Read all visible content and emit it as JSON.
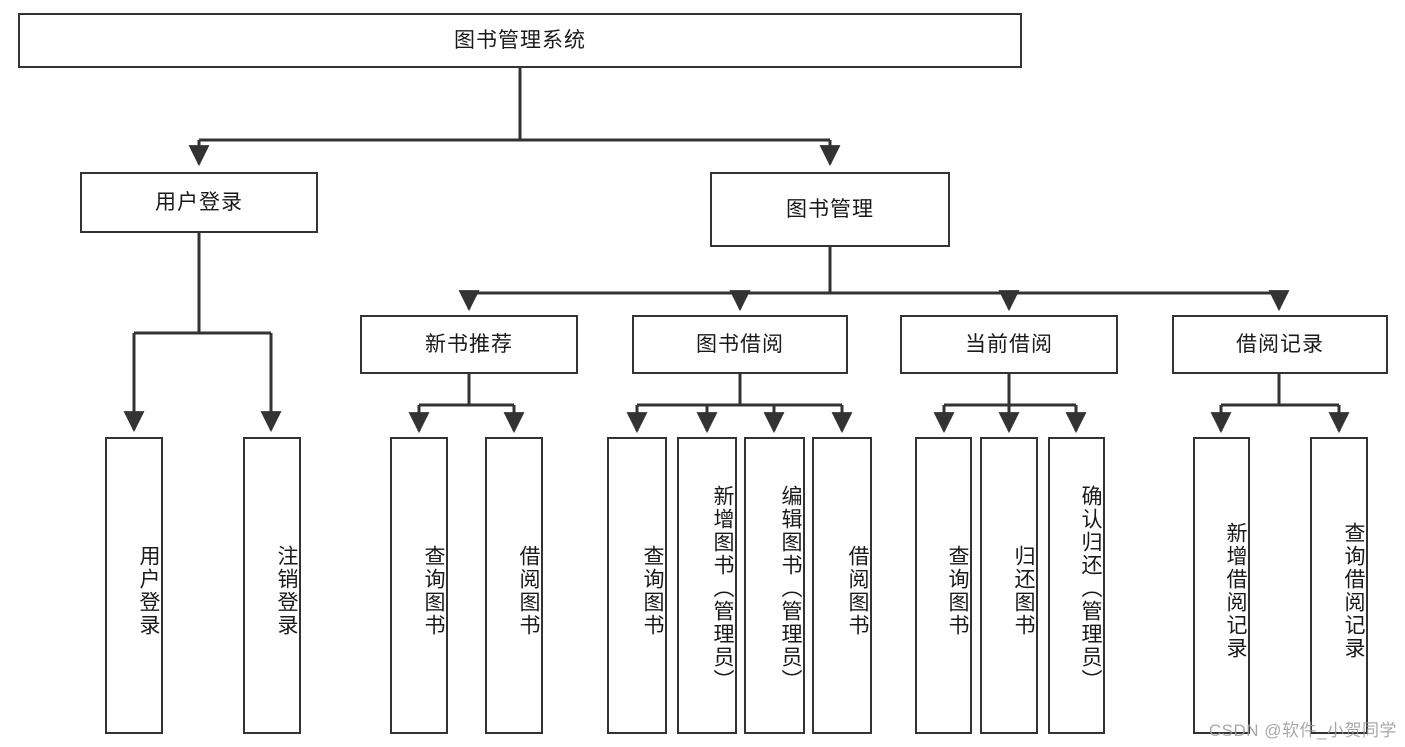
{
  "diagram": {
    "title": "图书管理系统",
    "type": "hierarchy-tree",
    "orientation": "top-down",
    "colors": {
      "background": "#ffffff",
      "box_border": "#333333",
      "box_fill": "#ffffff",
      "edge": "#333333",
      "text": "#1a1a1a",
      "watermark": "#9a9a9a"
    },
    "levels": [
      {
        "level": 1,
        "nodes": [
          {
            "id": "root",
            "label": "图书管理系统",
            "orientation": "horizontal"
          }
        ]
      },
      {
        "level": 2,
        "nodes": [
          {
            "id": "user-login",
            "label": "用户登录",
            "orientation": "horizontal",
            "parent": "root"
          },
          {
            "id": "book-manage",
            "label": "图书管理",
            "orientation": "horizontal",
            "parent": "root"
          }
        ]
      },
      {
        "level": 3,
        "nodes": [
          {
            "id": "new-book-rec",
            "label": "新书推荐",
            "orientation": "horizontal",
            "parent": "book-manage"
          },
          {
            "id": "book-borrow",
            "label": "图书借阅",
            "orientation": "horizontal",
            "parent": "book-manage"
          },
          {
            "id": "current-borrow",
            "label": "当前借阅",
            "orientation": "horizontal",
            "parent": "book-manage"
          },
          {
            "id": "borrow-record",
            "label": "借阅记录",
            "orientation": "horizontal",
            "parent": "book-manage"
          }
        ]
      },
      {
        "level": 4,
        "nodes": [
          {
            "id": "leaf-user-login",
            "label": "用户登录",
            "orientation": "vertical",
            "parent": "user-login"
          },
          {
            "id": "leaf-user-logout",
            "label": "注销登录",
            "orientation": "vertical",
            "parent": "user-login"
          },
          {
            "id": "leaf-query-book-1",
            "label": "查询图书",
            "orientation": "vertical",
            "parent": "new-book-rec"
          },
          {
            "id": "leaf-borrow-book-1",
            "label": "借阅图书",
            "orientation": "vertical",
            "parent": "new-book-rec"
          },
          {
            "id": "leaf-query-book-2",
            "label": "查询图书",
            "orientation": "vertical",
            "parent": "book-borrow"
          },
          {
            "id": "leaf-add-book",
            "label": "新增图书（管理员）",
            "orientation": "vertical",
            "parent": "book-borrow"
          },
          {
            "id": "leaf-edit-book",
            "label": "编辑图书（管理员）",
            "orientation": "vertical",
            "parent": "book-borrow"
          },
          {
            "id": "leaf-borrow-book-2",
            "label": "借阅图书",
            "orientation": "vertical",
            "parent": "book-borrow"
          },
          {
            "id": "leaf-query-book-3",
            "label": "查询图书",
            "orientation": "vertical",
            "parent": "current-borrow"
          },
          {
            "id": "leaf-return-book",
            "label": "归还图书",
            "orientation": "vertical",
            "parent": "current-borrow"
          },
          {
            "id": "leaf-confirm-return",
            "label": "确认归还（管理员）",
            "orientation": "vertical",
            "parent": "current-borrow"
          },
          {
            "id": "leaf-add-record",
            "label": "新增借阅记录",
            "orientation": "vertical",
            "parent": "borrow-record"
          },
          {
            "id": "leaf-query-record",
            "label": "查询借阅记录",
            "orientation": "vertical",
            "parent": "borrow-record"
          }
        ]
      }
    ]
  },
  "watermark": {
    "text": "CSDN @软件_小贺同学"
  }
}
